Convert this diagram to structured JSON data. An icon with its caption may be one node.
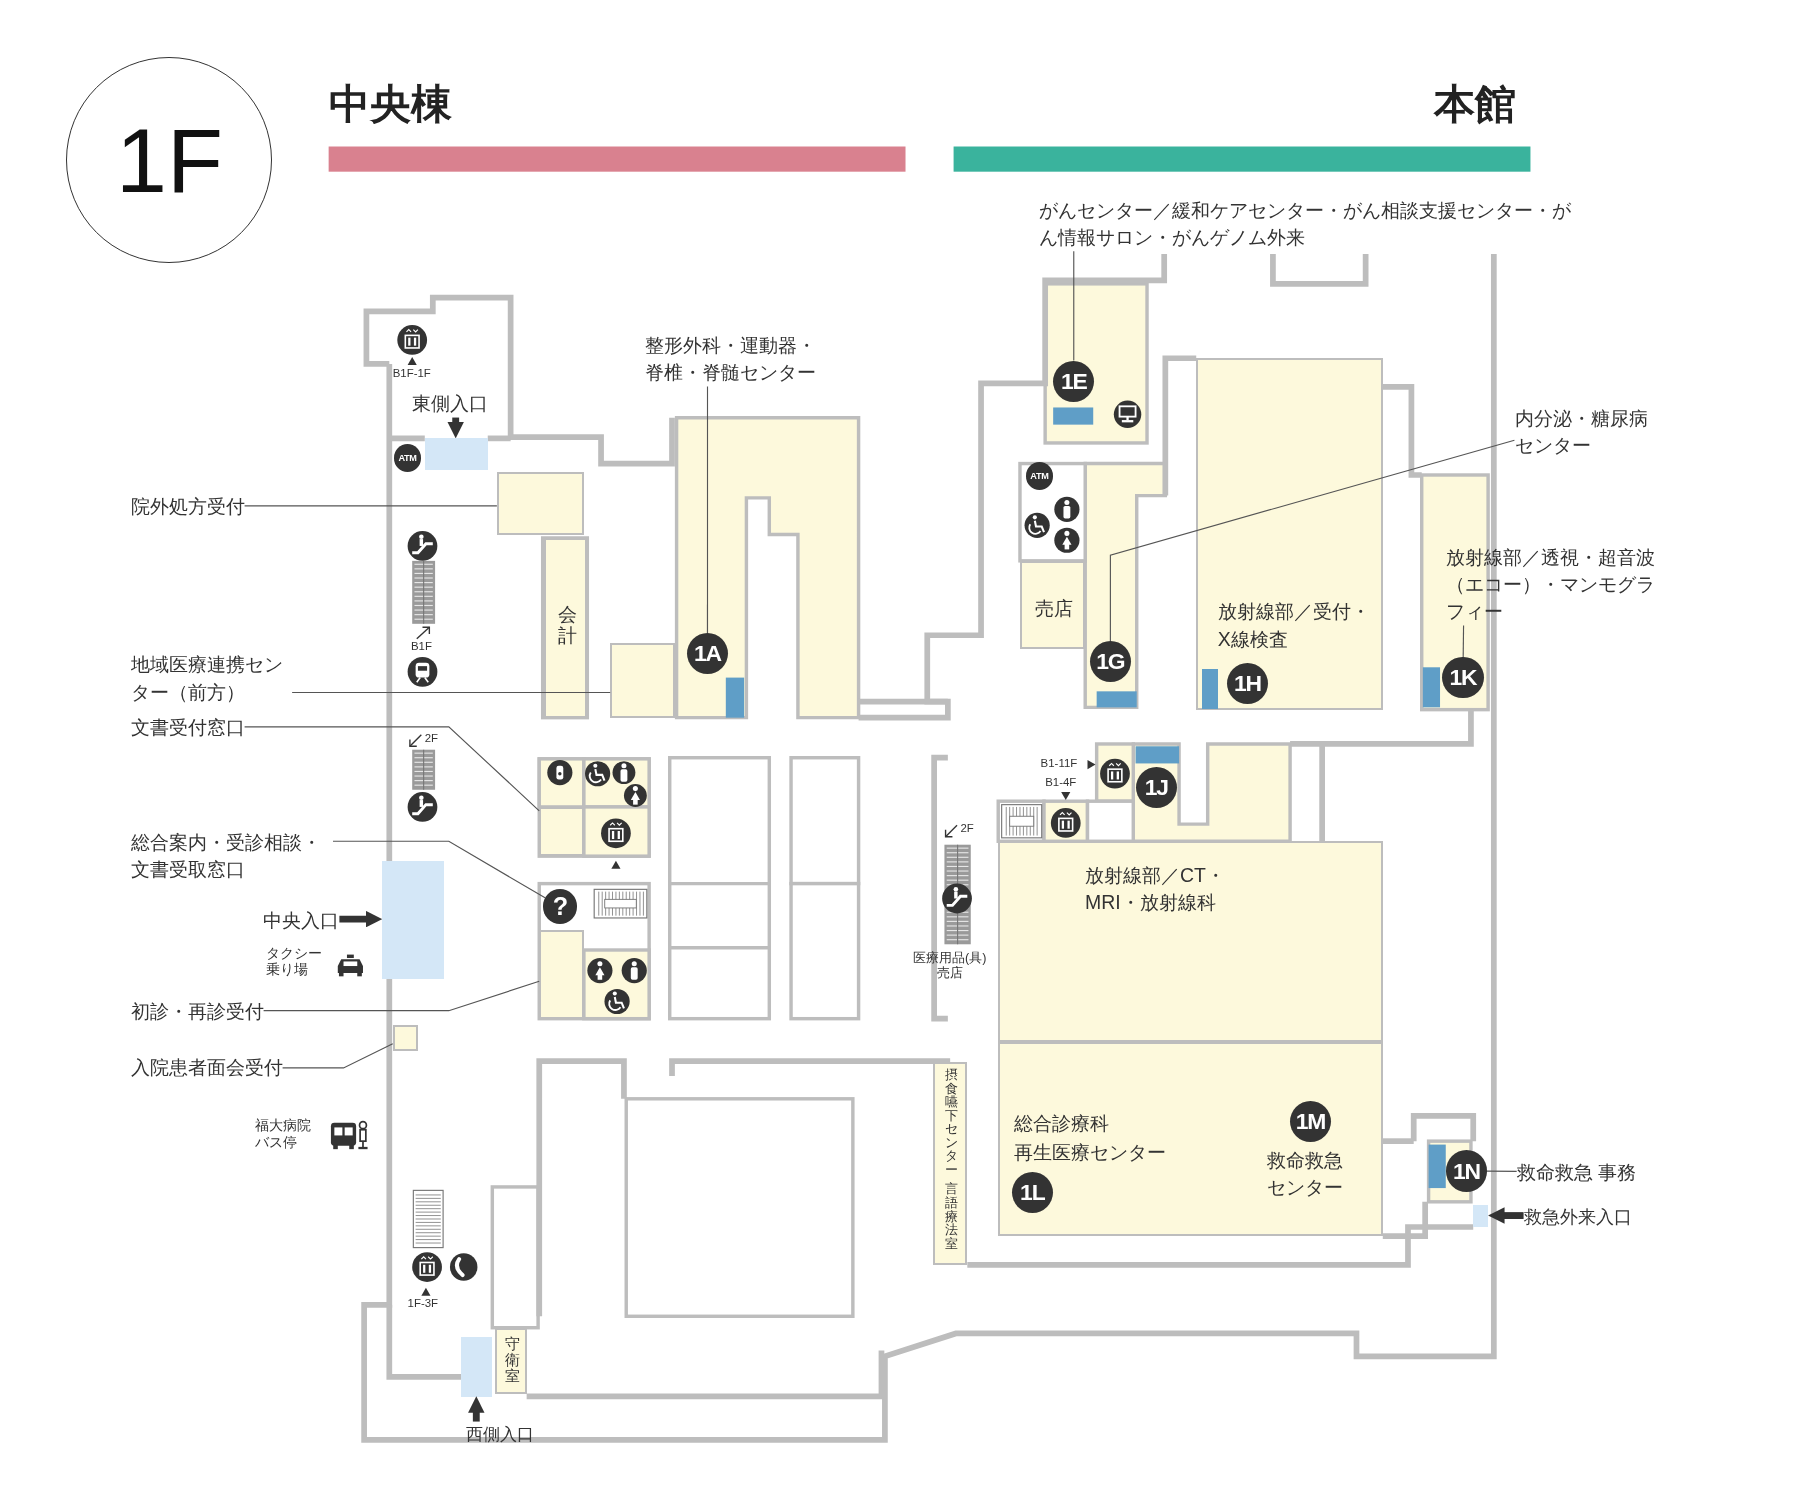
{
  "diagram": {
    "nodes": [
      {
        "text": [
          "1F"
        ]
      },
      {
        "text": [
          "がんセンター／緩和ケアセンター・がん相談支援センター・がん情報サロン・がんゲノム外来"
        ]
      },
      {
        "text": [
          "整形外科・運動器・脊椎・脊髄センター"
        ]
      },
      {
        "text": [
          "東側入口"
        ]
      },
      {
        "text": [],
        "shape": "box"
      },
      {
        "text": [
          "院外処方受付"
        ]
      },
      {
        "text": [],
        "shape": "box"
      },
      {
        "text": [
          "会計"
        ]
      },
      {
        "text": [
          "内分泌・糖尿病センター"
        ]
      },
      {
        "text": [
          "1E"
        ]
      },
      {
        "text": [
          "売店"
        ]
      },
      {
        "text": [
          "放射線部／受付・X線検査"
        ]
      },
      {
        "text": [
          "1H"
        ],
        "in": 11
      },
      {
        "text": [
          "放射線部／透視・超音波（エコー）・マンモグラフィー"
        ]
      },
      {
        "text": [
          "1G"
        ]
      },
      {
        "text": [
          "1K"
        ]
      },
      {
        "text": [
          "1A"
        ]
      },
      {
        "text": [
          "地域医療連携センター（前方）"
        ]
      },
      {
        "text": [],
        "shape": "box"
      },
      {
        "text": [
          "文書受付窓口"
        ]
      },
      {
        "text": [],
        "shape": "box"
      },
      {
        "text": [
          "1J"
        ]
      },
      {
        "text": [
          "総合案内・受診相談・文書受取窓口"
        ]
      },
      {
        "text": [
          "?"
        ]
      },
      {
        "text": [
          "放射線部／CT・MRI・放射線科"
        ]
      },
      {
        "text": [
          "中央入口"
        ]
      },
      {
        "text": [],
        "shape": "box"
      },
      {
        "text": [
          "初診・再診受付"
        ]
      },
      {
        "text": [],
        "shape": "box"
      },
      {
        "text": [
          "入院患者面会受付"
        ]
      },
      {
        "text": [],
        "shape": "box"
      },
      {
        "text": [
          "摂食嚥下センター",
          "言語療法室"
        ]
      },
      {
        "text": [
          "総合診療科",
          "再生医療センター",
          "救命救急センター"
        ]
      },
      {
        "text": [
          "1L"
        ],
        "in": 32
      },
      {
        "text": [
          "1M"
        ],
        "in": 32
      },
      {
        "text": [
          "1N"
        ]
      },
      {
        "text": [
          "救命救急 事務"
        ]
      },
      {
        "text": [
          "救急外来入口"
        ]
      },
      {
        "text": [],
        "shape": "box"
      },
      {
        "text": [
          "守衛室"
        ]
      },
      {
        "text": [
          "西側入口"
        ]
      },
      {
        "text": [],
        "shape": "box"
      }
    ],
    "edges": [
      {
        "from": 1,
        "to": 9,
        "arrow": "none"
      },
      {
        "from": 2,
        "to": 16,
        "arrow": "none"
      },
      {
        "from": 3,
        "to": 4,
        "arrow": "to",
        "style": "thick"
      },
      {
        "from": 5,
        "to": 6,
        "arrow": "none"
      },
      {
        "from": 8,
        "to": 14,
        "arrow": "none"
      },
      {
        "from": 13,
        "to": 15,
        "arrow": "none"
      },
      {
        "from": 17,
        "to": 18,
        "arrow": "none"
      },
      {
        "from": 19,
        "to": 20,
        "arrow": "none"
      },
      {
        "from": 22,
        "to": 23,
        "arrow": "none"
      },
      {
        "from": 25,
        "to": 26,
        "arrow": "to",
        "style": "thick"
      },
      {
        "from": 27,
        "to": 28,
        "arrow": "none"
      },
      {
        "from": 29,
        "to": 30,
        "arrow": "none"
      },
      {
        "from": 36,
        "to": 35,
        "arrow": "none"
      },
      {
        "from": 37,
        "to": 38,
        "arrow": "to",
        "style": "thick"
      },
      {
        "from": 40,
        "to": 41,
        "arrow": "to",
        "style": "thick"
      }
    ],
    "labels": [
      "中央棟",
      "本館",
      "B1F-1F",
      "ATM",
      "B1F",
      "2F",
      "ATM",
      "B1-11F",
      "B1-4F",
      "2F",
      "医療用品(具)売店",
      "タクシー乗り場",
      "福大病院バス停",
      "1F-3F"
    ]
  }
}
